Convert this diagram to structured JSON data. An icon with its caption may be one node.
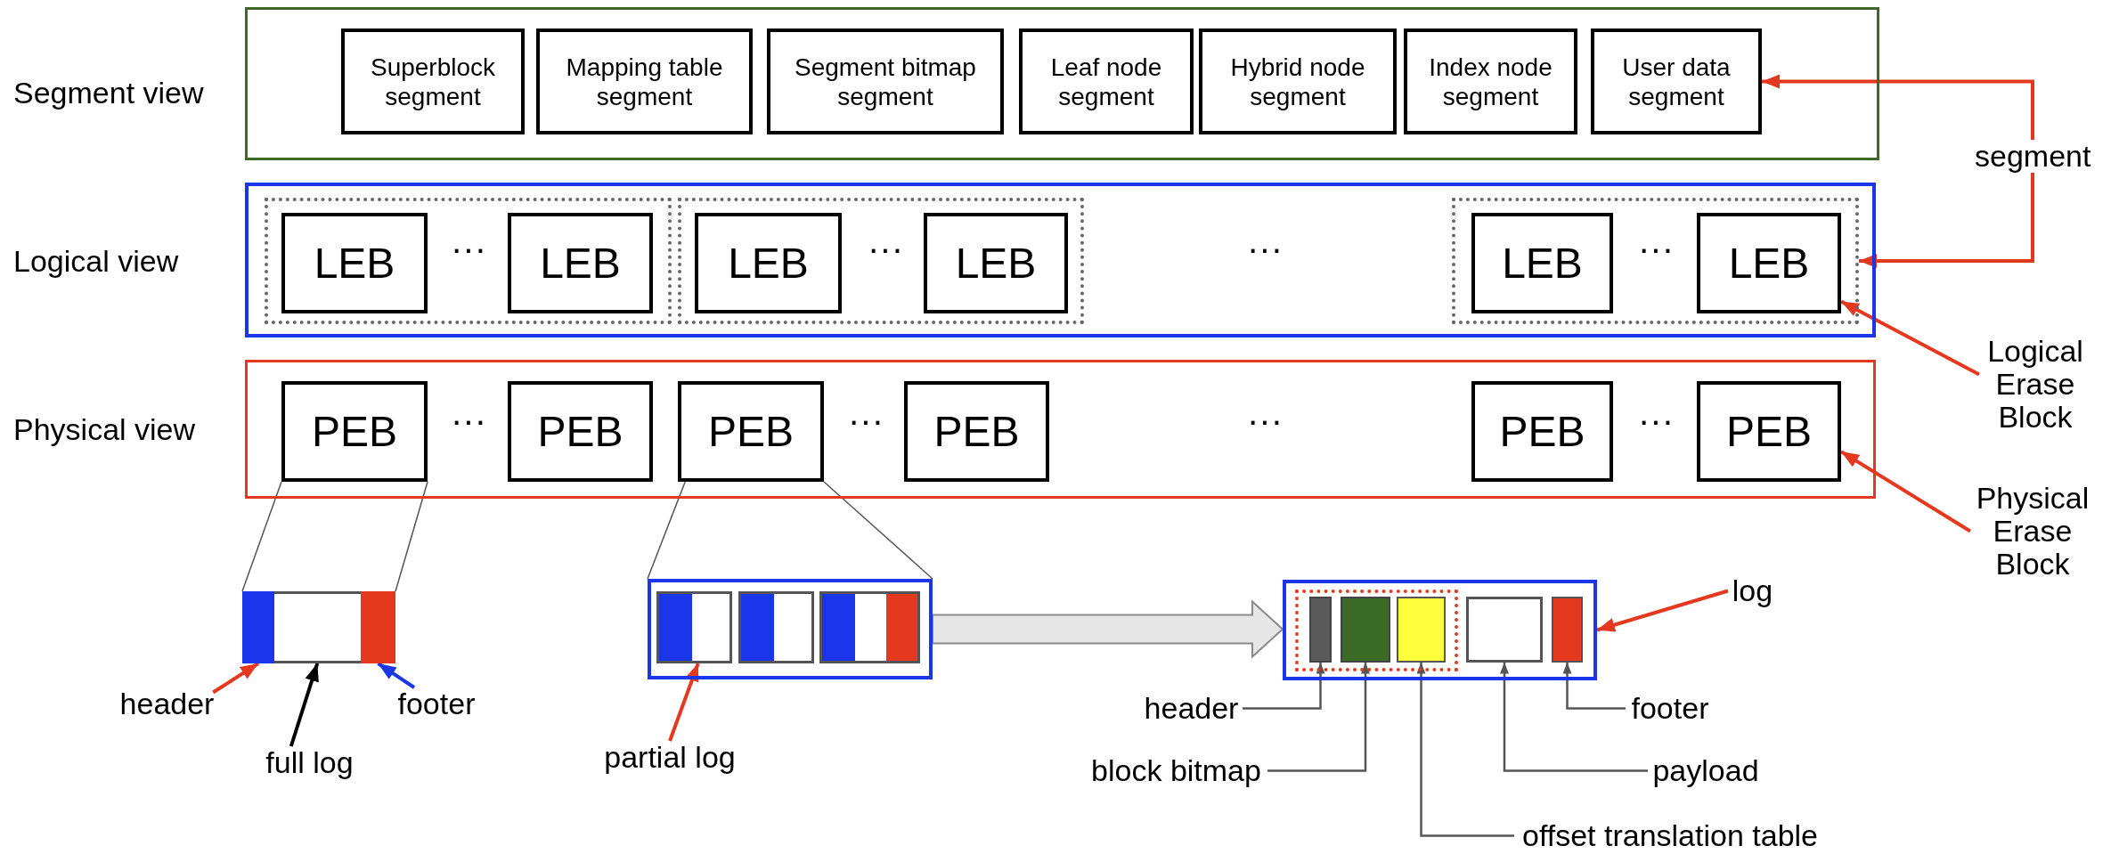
{
  "diagram": {
    "nodes": [
      {
        "text": [
          "Segment view"
        ]
      },
      {
        "text": [
          "Superblock segment"
        ],
        "in": 0
      },
      {
        "text": [
          "Mapping table segment"
        ],
        "in": 0
      },
      {
        "text": [
          "Segment bitmap segment"
        ],
        "in": 0
      },
      {
        "text": [
          "Leaf node segment"
        ],
        "in": 0
      },
      {
        "text": [
          "Hybrid node segment"
        ],
        "in": 0
      },
      {
        "text": [
          "Index node segment"
        ],
        "in": 0
      },
      {
        "text": [
          "User data segment"
        ],
        "in": 0
      },
      {
        "text": [
          "Logical view"
        ]
      },
      {
        "text": [],
        "shape": "box",
        "in": 8
      },
      {
        "text": [
          "LEB"
        ],
        "in": 9
      },
      {
        "text": [
          "LEB"
        ],
        "in": 9
      },
      {
        "text": [],
        "shape": "box",
        "in": 8
      },
      {
        "text": [
          "LEB"
        ],
        "in": 12
      },
      {
        "text": [
          "LEB"
        ],
        "in": 12
      },
      {
        "text": [],
        "shape": "box",
        "in": 8
      },
      {
        "text": [
          "LEB"
        ],
        "in": 15
      },
      {
        "text": [
          "LEB"
        ],
        "in": 15
      },
      {
        "text": [
          "Physical view"
        ]
      },
      {
        "text": [
          "PEB"
        ],
        "in": 18
      },
      {
        "text": [
          "PEB"
        ],
        "in": 18
      },
      {
        "text": [
          "PEB"
        ],
        "in": 18
      },
      {
        "text": [
          "PEB"
        ],
        "in": 18
      },
      {
        "text": [
          "PEB"
        ],
        "in": 18
      },
      {
        "text": [
          "PEB"
        ],
        "in": 18
      },
      {
        "text": [
          "segment"
        ]
      },
      {
        "text": [
          "Logical Erase Block"
        ]
      },
      {
        "text": [
          "Physical Erase Block"
        ]
      },
      {
        "text": [],
        "shape": "box"
      },
      {
        "text": [],
        "shape": "bar",
        "in": 28
      },
      {
        "text": [],
        "shape": "bar",
        "in": 28
      },
      {
        "text": [
          "header"
        ]
      },
      {
        "text": [
          "full log"
        ]
      },
      {
        "text": [
          "footer"
        ]
      },
      {
        "text": [],
        "shape": "box"
      },
      {
        "text": [],
        "shape": "box",
        "in": 34
      },
      {
        "text": [],
        "shape": "box",
        "in": 34
      },
      {
        "text": [],
        "shape": "box",
        "in": 34
      },
      {
        "text": [
          "partial log"
        ]
      },
      {
        "text": [],
        "shape": "box"
      },
      {
        "text": [],
        "shape": "box",
        "in": 39
      },
      {
        "text": [],
        "shape": "bar",
        "in": 40
      },
      {
        "text": [],
        "shape": "bar",
        "in": 40
      },
      {
        "text": [],
        "shape": "bar",
        "in": 40
      },
      {
        "text": [],
        "shape": "box",
        "in": 39
      },
      {
        "text": [],
        "shape": "bar",
        "in": 39
      },
      {
        "text": [
          "log"
        ]
      },
      {
        "text": [
          "header"
        ]
      },
      {
        "text": [
          "block bitmap"
        ]
      },
      {
        "text": [
          "payload"
        ]
      },
      {
        "text": [
          "offset translation table"
        ]
      },
      {
        "text": [
          "footer"
        ]
      }
    ],
    "edges": [
      {
        "from": 25,
        "to": 7,
        "arrow": "to",
        "color": "#e5391f"
      },
      {
        "from": 25,
        "to": 15,
        "arrow": "to",
        "color": "#e5391f"
      },
      {
        "from": 26,
        "to": 17,
        "arrow": "to",
        "color": "#e5391f"
      },
      {
        "from": 27,
        "to": 24,
        "arrow": "to",
        "color": "#e5391f"
      },
      {
        "from": 31,
        "to": 29,
        "arrow": "to",
        "color": "#e5391f"
      },
      {
        "from": 32,
        "to": 28,
        "arrow": "to",
        "color": "#000000"
      },
      {
        "from": 33,
        "to": 30,
        "arrow": "to",
        "color": "#1a36e8"
      },
      {
        "from": 38,
        "to": 35,
        "arrow": "to",
        "color": "#e5391f"
      },
      {
        "from": 46,
        "to": 39,
        "arrow": "to",
        "color": "#e5391f"
      },
      {
        "from": 47,
        "to": 41,
        "arrow": "to"
      },
      {
        "from": 48,
        "to": 42,
        "arrow": "to"
      },
      {
        "from": 50,
        "to": 43,
        "arrow": "to"
      },
      {
        "from": 49,
        "to": 44,
        "arrow": "to"
      },
      {
        "from": 51,
        "to": 45,
        "arrow": "to"
      },
      {
        "from": 19,
        "to": 28,
        "arrow": "none"
      },
      {
        "from": 19,
        "to": 28,
        "arrow": "none"
      },
      {
        "from": 21,
        "to": 34,
        "arrow": "none"
      },
      {
        "from": 21,
        "to": 34,
        "arrow": "none"
      },
      {
        "from": 34,
        "to": 39,
        "arrow": "to",
        "style": "thick",
        "color": "#e6e6e6"
      }
    ],
    "labels": [
      "···",
      "···",
      "···",
      "···",
      "···",
      "···",
      "···",
      "···"
    ]
  }
}
